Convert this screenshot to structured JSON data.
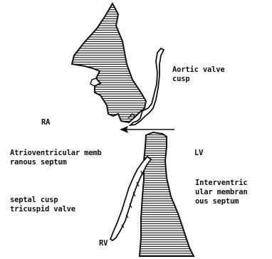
{
  "colors": {
    "ink": "#111111",
    "background": "#ffffff"
  },
  "labels": {
    "aortic_valve_cusp": [
      "Aortic valve",
      "cusp"
    ],
    "ra": "RA",
    "lv": "LV",
    "rv": "RV",
    "av_membranous_septum": [
      "Atrioventricular memb",
      "ranous septum"
    ],
    "septal_cusp": [
      "septal cusp",
      "tricuspid valve"
    ],
    "interventricular_membranous_septum": [
      "Interventric",
      "ular membran",
      "ous septum"
    ]
  }
}
